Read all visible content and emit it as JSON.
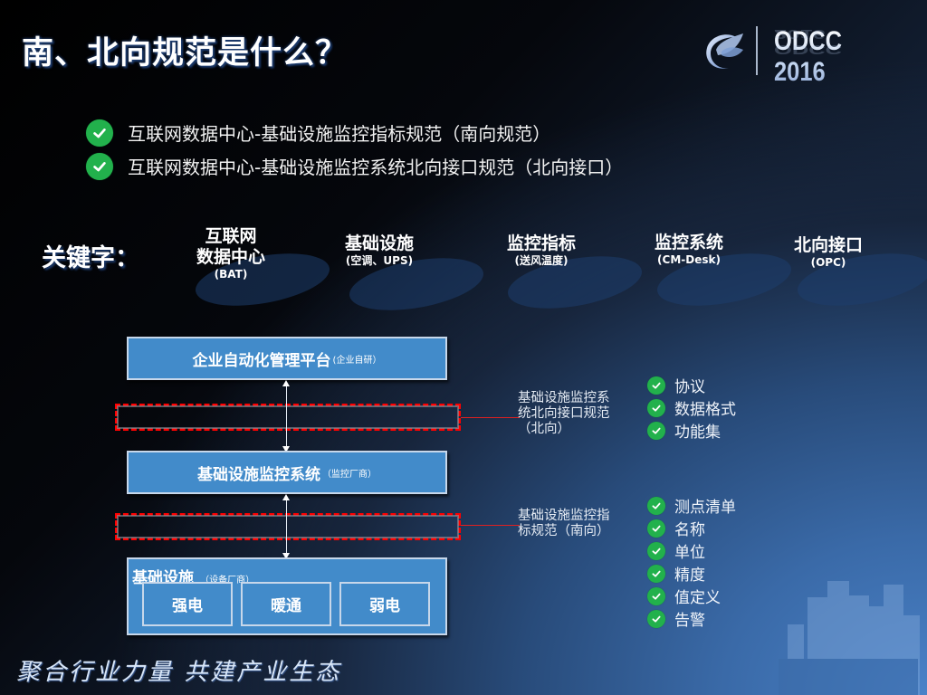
{
  "slide": {
    "title": "南、北向规范是什么？",
    "logo": {
      "text": "ODCC 2016",
      "emblem": "odcc-emblem"
    },
    "bullets": [
      {
        "icon": "check-circle-icon",
        "text": "互联网数据中心-基础设施监控指标规范（南向规范）"
      },
      {
        "icon": "check-circle-icon",
        "text": "互联网数据中心-基础设施监控系统北向接口规范（北向接口）"
      }
    ],
    "keywords": {
      "label": "关键字：",
      "items": [
        {
          "main_line1": "互联网",
          "main_line2": "数据中心",
          "sub": "(BAT)"
        },
        {
          "main_line1": "基础设施",
          "main_line2": "",
          "sub": "(空调、UPS)"
        },
        {
          "main_line1": "监控指标",
          "main_line2": "",
          "sub": "(送风温度)"
        },
        {
          "main_line1": "监控系统",
          "main_line2": "",
          "sub": "(CM-Desk)"
        },
        {
          "main_line1": "北向接口",
          "main_line2": "",
          "sub": "(OPC)"
        }
      ]
    },
    "diagram": {
      "top_box": {
        "main": "企业自动化管理平台",
        "sub": "(企业自研）"
      },
      "middle_box": {
        "main": "基础设施监控系统",
        "sub": "（监控厂商）"
      },
      "bottom_box": {
        "main": "基础设施",
        "sub": "（设备厂商）",
        "children": [
          "强电",
          "暖通",
          "弱电"
        ]
      },
      "north_callout": {
        "line1": "基础设施监控系",
        "line2": "统北向接口规范",
        "line3": "（北向）"
      },
      "south_callout": {
        "line1": "基础设施监控指",
        "line2": "标规范（南向）"
      },
      "north_features": [
        "协议",
        "数据格式",
        "功能集"
      ],
      "south_features": [
        "测点清单",
        "名称",
        "单位",
        "精度",
        "值定义",
        "告警"
      ]
    },
    "slogan": "聚合行业力量  共建产业生态",
    "colors": {
      "box_blue": "#428bca",
      "check_green": "#22b14c",
      "dash_red": "#ff0000",
      "background_dark": "#000000",
      "background_light": "#4a82c8"
    }
  }
}
